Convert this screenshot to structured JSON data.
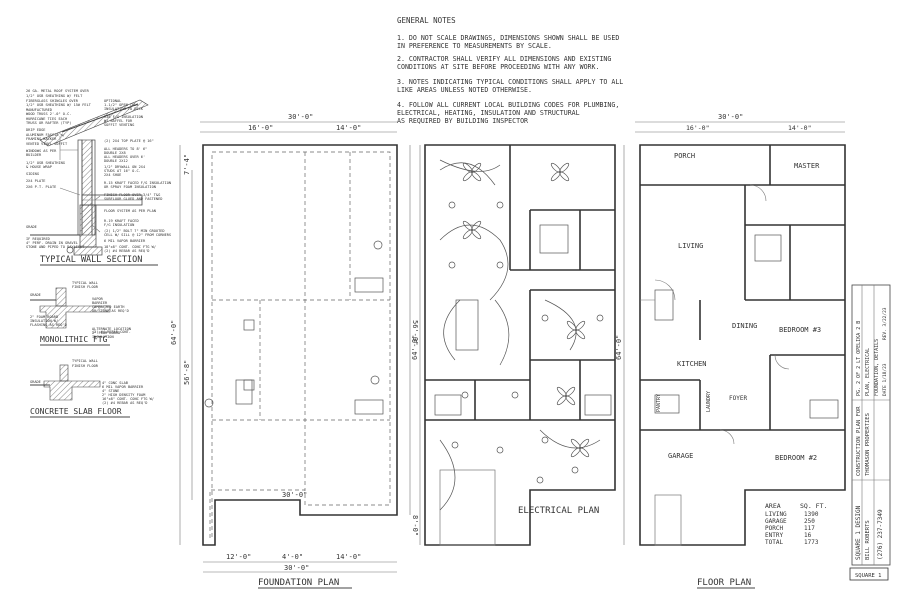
{
  "general_notes": {
    "title": "GENERAL NOTES",
    "lines": [
      "1.  DO NOT SCALE DRAWINGS, DIMENSIONS SHOWN SHALL BE USED",
      "     IN PREFERENCE TO MEASUREMENTS BY SCALE.",
      "2.  CONTRACTOR SHALL VERIFY ALL DIMENSIONS AND EXISTING",
      "     CONDITIONS AT SITE BEFORE PROCEEDING WITH ANY WORK.",
      "3.  NOTES INDICATING TYPICAL CONDITIONS SHALL APPLY TO ALL",
      "     LIKE AREAS UNLESS NOTED OTHERWISE.",
      "4.  FOLLOW ALL CURRENT LOCAL BUILDING CODES FOR PLUMBING,",
      "     ELECTRICAL, HEATING, INSULATION AND STRUCTURAL",
      "     AS REQUIRED BY BUILDING INSPECTOR"
    ]
  },
  "wall_section": {
    "title": "TYPICAL WALL SECTION",
    "left_notes": [
      "26 GA. METAL ROOF SYSTEM OVER",
      "1/2\" OSB SHEATHING W/ FELT",
      "FIBERGLASS SHINGLES OVER",
      "1/2\" OSB SHEATHING W/ 15# FELT",
      "MANUFACTURED",
      "WOOD TRUSS 2'-0\" O.C.",
      "HURRICANE TIES EACH",
      "TRUSS OR RAFTER (TYP)",
      "DRIP EDGE",
      "ALUMINUM FASCIA W/",
      "FRAMING BACKER",
      "VENTED VINYL SOFFIT",
      "WINDOWS AS PER",
      "BUILDER",
      "1/2\" OSB SHEATHING",
      "& HOUSE WRAP",
      "SIDING",
      "2X4 PLATE",
      "2X6 P.T. PLATE",
      "GRADE",
      "IF REQUIRED",
      "4\" PERF. DRAIN IN GRAVEL",
      "STONE AND PIPED TO DAYLIGHT"
    ],
    "right_notes": [
      "OPTIONAL",
      "1-1/2\" OPEN CELL",
      "INSULATION TO DECK",
      "R38 F/G INSULATION",
      "W/ BAFFEL FOR",
      "SOFFIT VENTING",
      "(2) 2X4 TOP PLATE @ 16\"",
      "ALL HEADERS TO 8' 6\"",
      "DOUBLE 2X8",
      "ALL HEADERS OVER 6'",
      "DOUBLE 2X12",
      "1/2\" DRYWALL ON 2X4",
      "STUDS AT 16\" O.C.",
      "2X4 SHOE",
      "R-15 KRAFT FACED F/G INSULATION",
      "OR SPRAY FOAM INSULATION",
      "FINISH FLOOR OVER 3/4\" T&G",
      "SUBFLOOR GLUED AND FASTENED",
      "FLOOR SYSTEM AS PER PLAN",
      "R-19 KRAFT FACED",
      "F/G INSULATION",
      "(2) 1/2\" BOLT 7\" MIN GROUTED",
      "CELL W/ SILL @ 12\" FROM CORNERS",
      "6 MIL VAPOR BARRIER",
      "18\"x8\" CONT. CONC FTG W/",
      "(2) #4 REBAR AS REQ'D"
    ]
  },
  "monolithic": {
    "title": "MONOLITHIC    FTG",
    "notes": [
      "TYPICAL WALL",
      "FINISH FLOOR",
      "GRADE",
      "VAPOR",
      "BARRIER",
      "COMPACTED EARTH",
      "OR STONE AS REQ'D",
      "2\" FOAM BOARD",
      "INSULATION W/",
      "FLASHING AS REQ'D",
      "ALTERNATE LOCATION",
      "2\" FOAM BOARD",
      "INSULATION",
      "(2) #4 REBAR CONT."
    ]
  },
  "slab": {
    "title": "CONCRETE SLAB FLOOR",
    "notes": [
      "TYPICAL WALL",
      "FINISH FLOOR",
      "GRADE",
      "4\" CONC SLAB",
      "6 MIL VAPOR BARRIER",
      "4\" STONE",
      "2\" HIGH DENSITY FOAM",
      "16\"x8\" CONT. CONC FTG W/",
      "(2) #4 REBAR AS REQ'D"
    ]
  },
  "foundation": {
    "title": "FOUNDATION PLAN",
    "dim_overall": "30'-0\"",
    "dim_left": "16'-0\"",
    "dim_right": "14'-0\"",
    "dim_height": "64'-0\"",
    "dim_side_a": "56'-8\"",
    "dim_side_b": "56'-0\"",
    "dim_side_c": "8'-0\"",
    "dim_bottom_a": "12'-0\"",
    "dim_bottom_b": "4'-0\"",
    "dim_bottom_c": "14'-0\"",
    "dim_bottom_total": "30'-0\"",
    "dim_notch": "30'-0\"",
    "dim_small": "7'-4\""
  },
  "electrical": {
    "title": "ELECTRICAL PLAN",
    "dim_height": "64'-0\""
  },
  "floor": {
    "title": "FLOOR PLAN",
    "dim_overall": "30'-0\"",
    "dim_top_a": "16'-0\"",
    "dim_top_b": "14'-0\"",
    "dim_height": "64'-0\"",
    "rooms": {
      "porch": "PORCH",
      "master": "MASTER",
      "living": "LIVING",
      "dining": "DINING",
      "bedroom3": "BEDROOM #3",
      "kitchen": "KITCHEN",
      "pantry": "PANTRY",
      "laundry": "LAUNDRY",
      "foyer": "FOYER",
      "garage": "GARAGE",
      "bedroom2": "BEDROOM #2"
    },
    "area_table": {
      "header": [
        "AREA",
        "SQ. FT."
      ],
      "rows": [
        [
          "LIVING",
          "1390"
        ],
        [
          "GARAGE",
          "250"
        ],
        [
          "PORCH",
          "117"
        ],
        [
          "ENTRY",
          "16"
        ],
        [
          "TOTAL",
          "1773"
        ]
      ]
    }
  },
  "title_block": {
    "company": "SQUARE 1 DESIGN",
    "designer": "BILL ROBERTS",
    "phone": "(276) 237-7349",
    "project": "CONSTRUCTION PLAN FOR",
    "client": "THOMASON PROPERTIES",
    "page": "PG. 2 OF 2   LT OPELIKA 2 B",
    "sheet_desc": "PLAN, ELECTRICAL",
    "sheet_desc2": "FOUNDATION, DETAILS",
    "date1": "DATE 1/18/23",
    "date2": "REV. 3/22/23",
    "logo_text": "SQUARE 1"
  }
}
